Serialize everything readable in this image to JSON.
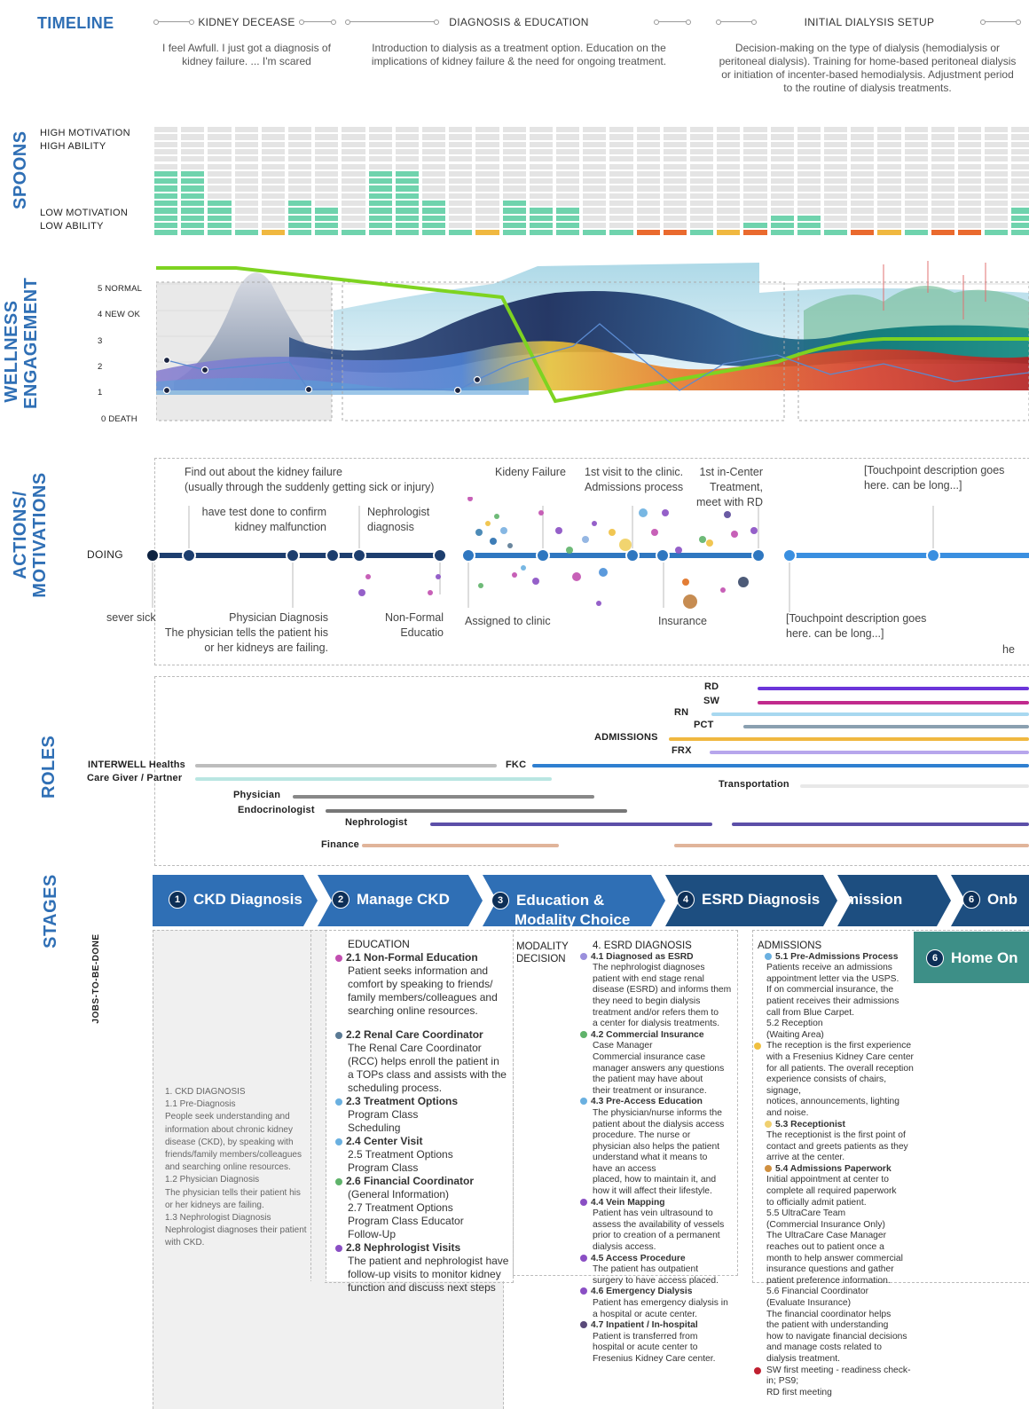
{
  "timeline": {
    "title": "TIMELINE",
    "phases": [
      {
        "title": "KIDNEY DECEASE",
        "desc": "I feel Awfull. I just got a diagnosis of kidney failure. ... I'm scared"
      },
      {
        "title": "DIAGNOSIS & EDUCATION",
        "desc": "Introduction to dialysis as a treatment option. Education on the implications of kidney failure & the need for ongoing treatment."
      },
      {
        "title": "INITIAL DIALYSIS SETUP",
        "desc": "Decision-making on the type of dialysis (hemodialysis or peritoneal dialysis). Training for home-based peritoneal dialysis or initiation of incenter-based hemodialysis. Adjustment period to the routine of dialysis treatments."
      }
    ]
  },
  "spoons": {
    "section_label": "SPOONS",
    "top_label_1": "HIGH MOTIVATION",
    "top_label_2": "HIGH ABILITY",
    "bottom_label_1": "LOW MOTIVATION",
    "bottom_label_2": "LOW ABILITY",
    "colors": {
      "green": "#6fd3ad",
      "grey": "#e4e4e4",
      "orange": "#f0b840",
      "red": "#ea6a2e"
    },
    "levels": [
      9,
      9,
      5,
      1,
      1,
      5,
      4,
      1,
      9,
      9,
      5,
      1,
      1,
      5,
      4,
      4,
      1,
      1,
      1,
      1,
      1,
      1,
      2,
      3,
      3,
      1,
      1,
      1,
      1,
      1,
      1,
      1,
      4
    ],
    "accent": [
      0,
      0,
      0,
      0,
      "orange",
      0,
      0,
      0,
      0,
      0,
      0,
      0,
      "orange",
      0,
      0,
      0,
      0,
      0,
      "red",
      "red",
      0,
      "orange",
      "red",
      0,
      0,
      0,
      "red",
      "orange",
      0,
      "red",
      "red",
      0,
      0
    ]
  },
  "wellness": {
    "section_label_1": "WELLNESS",
    "section_label_2": "ENGAGEMENT",
    "y_labels": [
      "5 NORMAL",
      "4 NEW OK",
      "3",
      "2",
      "1",
      "0 DEATH"
    ]
  },
  "actions": {
    "section_label_1": "ACTIONS/",
    "section_label_2": "MOTIVATIONS",
    "row_label": "DOING",
    "above": [
      "Find out about the kidney failure",
      "(usually through the suddenly getting sick or injury)",
      "have test done to confirm",
      "kidney  malfunction",
      "Nephrologist",
      "diagnosis",
      "Kideny Failure",
      "1st visit to the clinic.",
      "Admissions process",
      "1st in-Center",
      "Treatment,",
      "meet with RD",
      "[Touchpoint description goes",
      "here. can be long...]"
    ],
    "below": [
      "sever sick",
      "Physician Diagnosis",
      "The physician tells the patient his",
      "or her kidneys are failing.",
      "Non-Formal",
      "Educatio",
      "Assigned to clinic",
      "Insurance",
      "[Touchpoint description goes",
      "here. can be long...]",
      "he"
    ]
  },
  "roles": {
    "section_label": "ROLES",
    "items": [
      {
        "label": "RD",
        "color": "#6b35d9"
      },
      {
        "label": "SW",
        "color": "#c12a8d"
      },
      {
        "label": "RN",
        "color": "#a8d8f0"
      },
      {
        "label": "PCT",
        "color": "#8aa0b0"
      },
      {
        "label": "ADMISSIONS",
        "color": "#f0b840"
      },
      {
        "label": "FRX",
        "color": "#b7a6ec"
      },
      {
        "label": "INTERWELL Healths",
        "color": "#bdbdbd"
      },
      {
        "label": "FKC",
        "color": "#2f7fd0"
      },
      {
        "label": "Care Giver / Partner",
        "color": "#b9e6e2"
      },
      {
        "label": "Transportation",
        "color": "#e8e8e8"
      },
      {
        "label": "Physician",
        "color": "#888888"
      },
      {
        "label": "Endocrinologist",
        "color": "#777777"
      },
      {
        "label": "Nephrologist",
        "color": "#5c4fa8"
      },
      {
        "label": "Finance",
        "color": "#e0b49a"
      }
    ]
  },
  "stages": {
    "section_label": "STAGES",
    "items": [
      {
        "num": "1",
        "label": "CKD Diagnosis",
        "label2": ""
      },
      {
        "num": "2",
        "label": "Manage CKD",
        "label2": ""
      },
      {
        "num": "3",
        "label": "Education &",
        "label2": "Modality Choice"
      },
      {
        "num": "4",
        "label": "ESRD Diagnosis",
        "label2": ""
      },
      {
        "num": "",
        "label": "mission",
        "label2": ""
      },
      {
        "num": "6",
        "label": "Onb",
        "label2": ""
      }
    ],
    "home_num": "6",
    "home_label": "Home On"
  },
  "jobs": {
    "section_label": "JOBS-TO-BE-DONE",
    "col1": [
      "1. CKD DIAGNOSIS",
      "1.1 Pre-Diagnosis",
      "People seek understanding and",
      "information about chronic kidney",
      "disease (CKD), by speaking with",
      "friends/family members/colleagues",
      "and searching online resources.",
      "1.2 Physician Diagnosis",
      "The physician tells their patient his",
      "or her kidneys are failing.",
      "1.3 Nephrologist Diagnosis",
      "Nephrologist diagnoses their patient",
      "with CKD."
    ],
    "col2": {
      "head": "EDUCATION",
      "items": [
        {
          "title": "2.1 Non-Formal Education",
          "color": "#c24fb0",
          "lines": [
            "Patient seeks information and",
            "comfort by speaking to friends/",
            "family members/colleagues and",
            "searching online resources."
          ]
        },
        {
          "title": "2.2 Renal Care Coordinator",
          "color": "#5a7a94",
          "lines": [
            "The Renal Care Coordinator",
            "(RCC) helps enroll the patient in",
            "a TOPs class and assists with the",
            "scheduling process."
          ]
        },
        {
          "title": "2.3 Treatment Options",
          "color": "#6ab0e0",
          "lines": [
            "Program Class",
            "Scheduling"
          ]
        },
        {
          "title": "2.4 Center Visit",
          "color": "#6ab0e0",
          "lines": [
            "2.5 Treatment Options",
            "Program Class"
          ]
        },
        {
          "title": "2.6 Financial Coordinator",
          "color": "#5fb36a",
          "lines": [
            "(General Information)",
            "2.7 Treatment Options",
            "Program Class Educator",
            "Follow-Up"
          ]
        },
        {
          "title": "2.8 Nephrologist Visits",
          "color": "#8a4fc4",
          "lines": [
            "The patient and nephrologist have",
            "follow-up visits to monitor kidney",
            "function and discuss next steps"
          ]
        }
      ]
    },
    "col3": {
      "head1": "MODALITY",
      "head2": "DECISION"
    },
    "col4": {
      "head": "4. ESRD DIAGNOSIS",
      "items": [
        {
          "title": "4.1 Diagnosed as ESRD",
          "color": "#9a8fdc",
          "lines": [
            "The nephrologist diagnoses",
            "patient with end stage renal",
            "disease (ESRD) and informs them",
            "they need to begin dialysis",
            "treatment and/or refers them to",
            "a center for dialysis treatments."
          ]
        },
        {
          "title": "4.2 Commercial Insurance",
          "color": "#5fb36a",
          "lines": [
            "Case Manager",
            "Commercial insurance case",
            "manager answers any questions",
            "the patient may have about",
            "their treatment or insurance."
          ]
        },
        {
          "title": "4.3 Pre-Access Education",
          "color": "#6ab0e0",
          "lines": [
            "The physician/nurse informs the",
            "patient about the dialysis access",
            "procedure. The nurse or",
            "physician also helps the patient",
            "understand what it means to",
            "have an access",
            "placed, how to maintain it, and",
            "how it will affect their lifestyle."
          ]
        },
        {
          "title": "4.4 Vein Mapping",
          "color": "#8a4fc4",
          "lines": [
            "Patient has vein ultrasound to",
            "assess the availability of vessels",
            "prior to creation of a permanent",
            "dialysis access."
          ]
        },
        {
          "title": "4.5 Access Procedure",
          "color": "#8a4fc4",
          "lines": [
            "The patient has outpatient",
            "surgery to have access placed."
          ]
        },
        {
          "title": "4.6 Emergency Dialysis",
          "color": "#8a4fc4",
          "lines": [
            "Patient has emergency dialysis in",
            "a hospital or acute center."
          ]
        },
        {
          "title": "4.7 Inpatient / In-hospital",
          "color": "#5a4a7a",
          "lines": [
            "Patient is transferred from",
            "hospital or acute center to",
            "Fresenius Kidney Care center."
          ]
        }
      ]
    },
    "col5": {
      "head": "ADMISSIONS",
      "items": [
        {
          "title": "5.1 Pre-Admissions Process",
          "color": "#6ab0e0",
          "lines": [
            "Patients receive an admissions",
            "appointment letter via the USPS.",
            "If on commercial insurance, the",
            "patient receives their admissions",
            "call from Blue Carpet.",
            "5.2 Reception",
            "(Waiting Area)"
          ]
        },
        {
          "title": "",
          "color": "#f0c040",
          "lines": [
            "The reception is the first experience",
            "with a Fresenius Kidney Care center",
            "for all patients. The overall reception",
            "experience consists of chairs, signage,",
            "notices, announcements, lighting",
            "and noise."
          ]
        },
        {
          "title": "5.3 Receptionist",
          "color": "#f0d070",
          "lines": [
            "The receptionist is the first point of",
            "contact and greets patients as they",
            "arrive at the center."
          ]
        },
        {
          "title": "5.4 Admissions Paperwork",
          "color": "#d09040",
          "lines": [
            "Initial appointment at center to",
            "complete all required paperwork",
            "to officially admit patient.",
            "5.5 UltraCare Team",
            "(Commercial Insurance Only)",
            "The UltraCare Case Manager",
            "reaches out to patient once a",
            "month to help answer commercial",
            "insurance questions and gather",
            "patient preference information.",
            "5.6 Financial Coordinator",
            "(Evaluate Insurance)",
            "The financial coordinator helps",
            "the patient with understanding",
            "how to navigate financial decisions",
            "and manage costs related to",
            "dialysis treatment."
          ]
        },
        {
          "title": "",
          "color": "#c02030",
          "lines": [
            "SW first meeting - readiness check-in; PS9;",
            "RD first meeting"
          ]
        }
      ]
    }
  }
}
